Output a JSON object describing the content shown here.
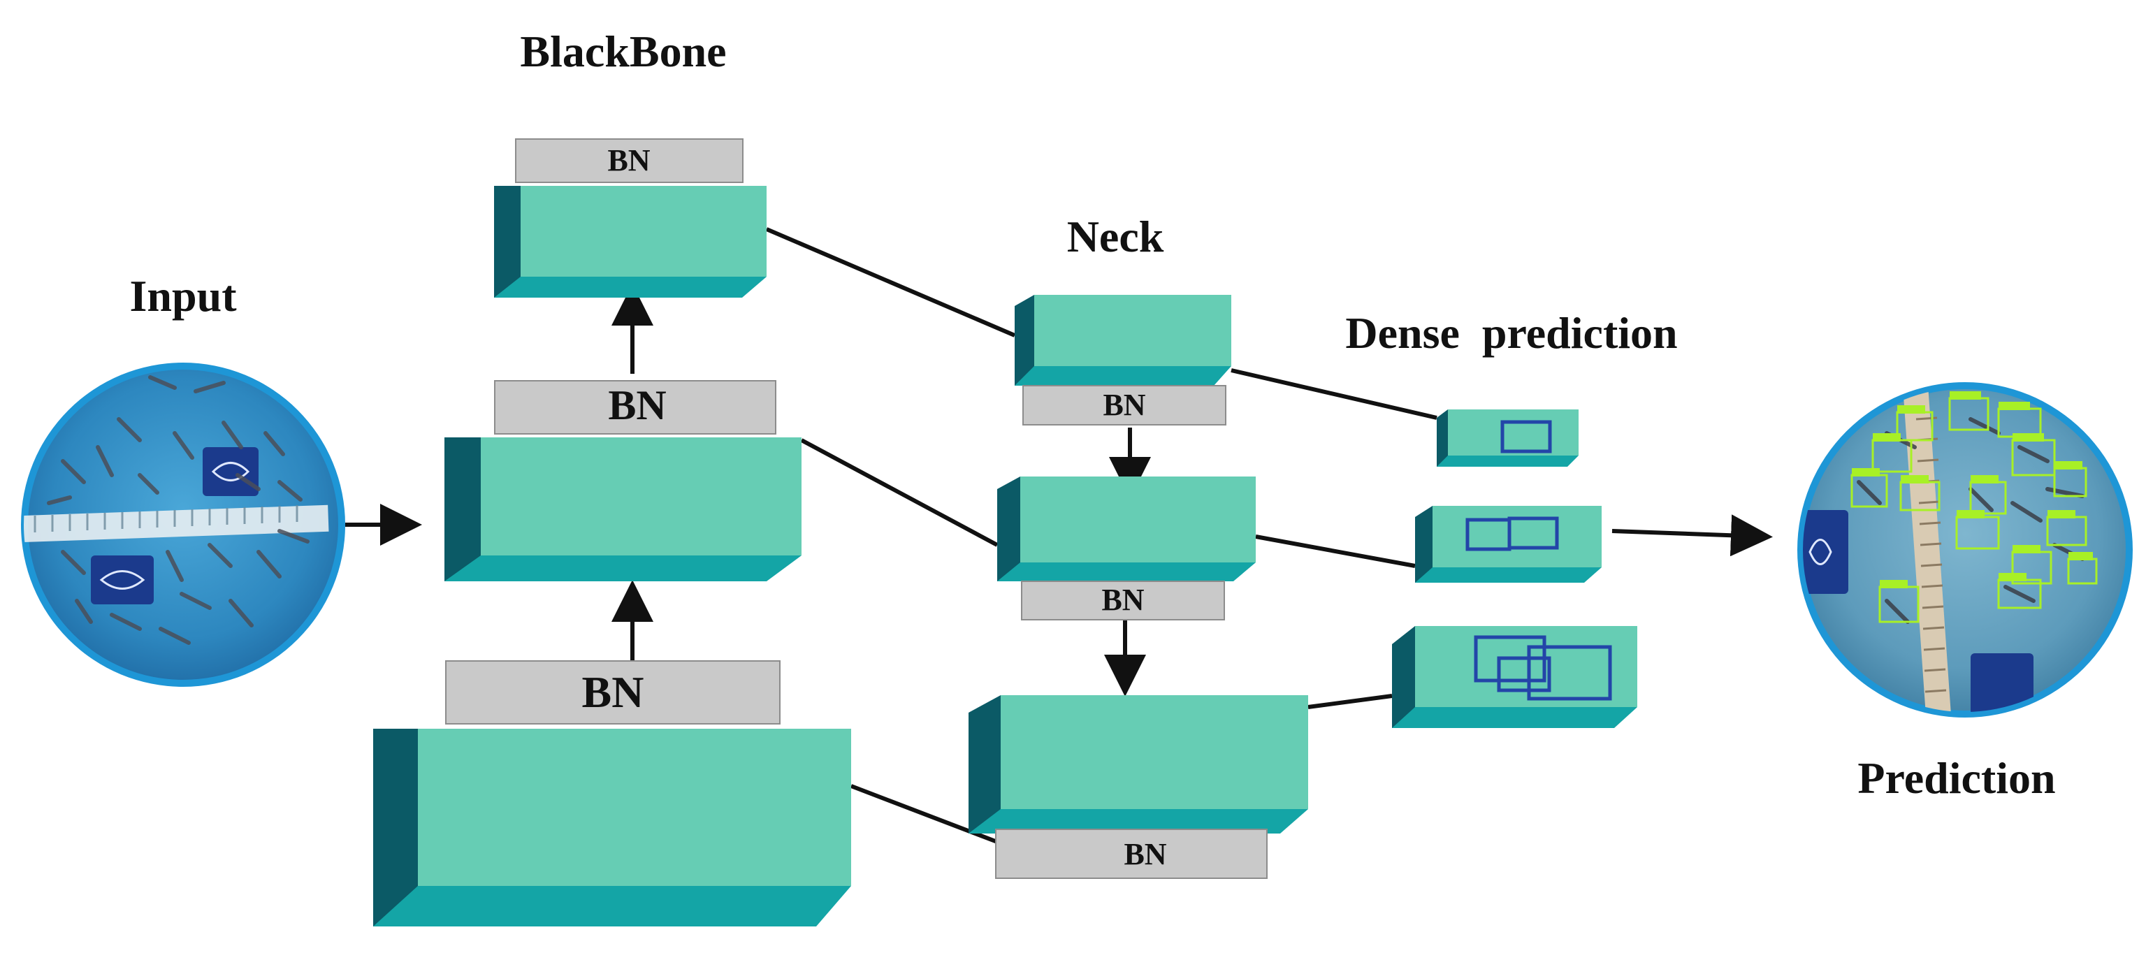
{
  "labels": {
    "backbone": "BlackBone",
    "neck": "Neck",
    "input": "Input",
    "dense_prediction": "Dense  prediction",
    "prediction": "Prediction"
  },
  "bn": {
    "backbone_top": "BN",
    "backbone_mid": "BN",
    "backbone_bottom": "BN",
    "neck_top": "BN",
    "neck_mid": "BN",
    "neck_bottom": "BN"
  },
  "colors": {
    "block_front": "#66cdb4",
    "block_side": "#0b5a66",
    "block_bottom": "#14a5a6",
    "bn_bar": "#c9c9c9",
    "box_outline": "#2345a8",
    "circle_border": "#1e96d6",
    "bbox_green": "#a8f026"
  }
}
